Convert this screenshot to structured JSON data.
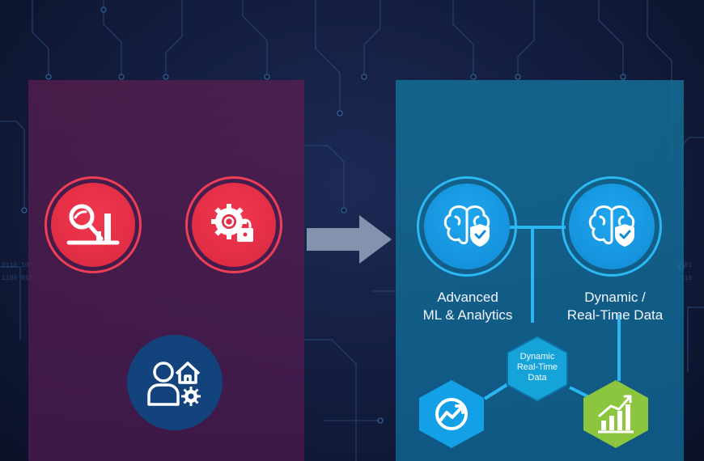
{
  "nodes": {
    "advanced": {
      "line1": "Advanced",
      "line2": "ML & Analytics"
    },
    "dynamic": {
      "line1": "Dynamic /",
      "line2": "Real-Time Data"
    },
    "hub": {
      "line1": "Dynamic",
      "line2": "Real-Time",
      "line3": "Data"
    }
  },
  "colors": {
    "legacy_accent": "#ef3e55",
    "modern_accent": "#1ea7ee",
    "growth_accent": "#8cc63f",
    "hub_accent": "#16a4d8"
  },
  "icons": {
    "legacy": [
      "search-chart-icon",
      "gear-lock-icon",
      "user-home-settings-icon"
    ],
    "modern": [
      "brain-shield-icon",
      "brain-shield-icon",
      "trend-icon",
      "bar-growth-icon"
    ],
    "transition": "arrow-right-icon"
  }
}
